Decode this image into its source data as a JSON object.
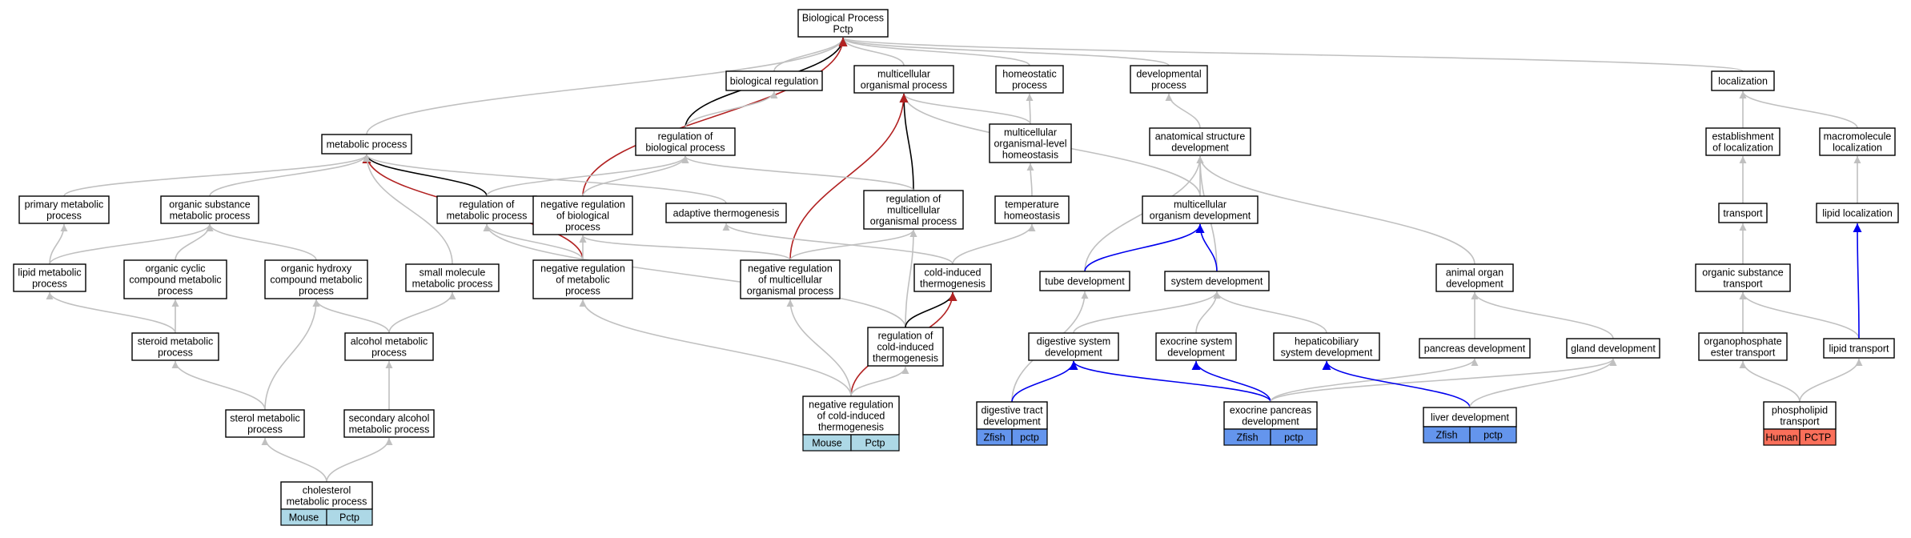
{
  "colors": {
    "is_a": "#c0c0c0",
    "regulates": "#000000",
    "negatively_regulates": "#b22222",
    "part_of": "#0000ee",
    "mouse_tag": "#add8e6",
    "zfish_tag": "#6495ed",
    "human_tag": "#fa6f5a"
  },
  "nodes": {
    "bp": [
      "Biological Process",
      "Pctp"
    ],
    "bioreg": [
      "biological regulation"
    ],
    "mop": [
      "multicellular",
      "organismal process"
    ],
    "homeo": [
      "homeostatic",
      "process"
    ],
    "devproc": [
      "developmental",
      "process"
    ],
    "loc": [
      "localization"
    ],
    "metab": [
      "metabolic process"
    ],
    "regbio": [
      "regulation of",
      "biological process"
    ],
    "mlh": [
      "multicellular",
      "organismal-level",
      "homeostasis"
    ],
    "asd": [
      "anatomical structure",
      "development"
    ],
    "estloc": [
      "establishment",
      "of localization"
    ],
    "macroloc": [
      "macromolecule",
      "localization"
    ],
    "primmet": [
      "primary metabolic",
      "process"
    ],
    "orgsub": [
      "organic substance",
      "metabolic process"
    ],
    "regmet": [
      "regulation of",
      "metabolic process"
    ],
    "negregbio": [
      "negative regulation",
      "of biological",
      "process"
    ],
    "adapt": [
      "adaptive thermogenesis"
    ],
    "regmop": [
      "regulation of",
      "multicellular",
      "organismal process"
    ],
    "temphomeo": [
      "temperature",
      "homeostasis"
    ],
    "mod": [
      "multicellular",
      "organism development"
    ],
    "transport": [
      "transport"
    ],
    "liploc": [
      "lipid localization"
    ],
    "lipmet": [
      "lipid metabolic",
      "process"
    ],
    "occmp": [
      "organic cyclic",
      "compound metabolic",
      "process"
    ],
    "ohcmp": [
      "organic hydroxy",
      "compound metabolic",
      "process"
    ],
    "smallmol": [
      "small molecule",
      "metabolic process"
    ],
    "negregmet": [
      "negative regulation",
      "of metabolic",
      "process"
    ],
    "negregmop": [
      "negative regulation",
      "of multicellular",
      "organismal process"
    ],
    "coldthermo": [
      "cold-induced",
      "thermogenesis"
    ],
    "tubedev": [
      "tube development"
    ],
    "sysdev": [
      "system development"
    ],
    "aod": [
      "animal organ",
      "development"
    ],
    "orgsubtrans": [
      "organic substance",
      "transport"
    ],
    "steroid": [
      "steroid metabolic",
      "process"
    ],
    "alcohol": [
      "alcohol metabolic",
      "process"
    ],
    "regcold": [
      "regulation of",
      "cold-induced",
      "thermogenesis"
    ],
    "digsys": [
      "digestive system",
      "development"
    ],
    "exosys": [
      "exocrine system",
      "development"
    ],
    "hepato": [
      "hepaticobiliary",
      "system development"
    ],
    "pancdev": [
      "pancreas development"
    ],
    "glanddev": [
      "gland development"
    ],
    "organophos": [
      "organophosphate",
      "ester transport"
    ],
    "liptrans": [
      "lipid transport"
    ],
    "sterol": [
      "sterol metabolic",
      "process"
    ],
    "secalc": [
      "secondary alcohol",
      "metabolic process"
    ],
    "negregcold": [
      "negative regulation",
      "of cold-induced",
      "thermogenesis"
    ],
    "digtract": [
      "digestive tract",
      "development"
    ],
    "exopanc": [
      "exocrine pancreas",
      "development"
    ],
    "liverdev": [
      "liver development"
    ],
    "phospho": [
      "phospholipid",
      "transport"
    ],
    "chol": [
      "cholesterol",
      "metabolic process"
    ]
  },
  "tags": {
    "negregcold": [
      "Mouse",
      "Pctp"
    ],
    "chol": [
      "Mouse",
      "Pctp"
    ],
    "digtract": [
      "Zfish",
      "pctp"
    ],
    "exopanc": [
      "Zfish",
      "pctp"
    ],
    "liverdev": [
      "Zfish",
      "pctp"
    ],
    "phospho": [
      "Human",
      "PCTP"
    ]
  },
  "edges": [
    [
      "bioreg",
      "bp",
      "is_a"
    ],
    [
      "mop",
      "bp",
      "is_a"
    ],
    [
      "homeo",
      "bp",
      "is_a"
    ],
    [
      "devproc",
      "bp",
      "is_a"
    ],
    [
      "loc",
      "bp",
      "is_a"
    ],
    [
      "metab",
      "bp",
      "is_a"
    ],
    [
      "regbio",
      "bp",
      "regulates"
    ],
    [
      "negregbio",
      "bp",
      "negatively_regulates"
    ],
    [
      "regbio",
      "bioreg",
      "is_a"
    ],
    [
      "mlh",
      "mop",
      "is_a"
    ],
    [
      "mlh",
      "homeo",
      "is_a"
    ],
    [
      "asd",
      "devproc",
      "is_a"
    ],
    [
      "mod",
      "mop",
      "is_a"
    ],
    [
      "regmop",
      "mop",
      "regulates"
    ],
    [
      "negregmop",
      "mop",
      "negatively_regulates"
    ],
    [
      "estloc",
      "loc",
      "is_a"
    ],
    [
      "macroloc",
      "loc",
      "is_a"
    ],
    [
      "transport",
      "estloc",
      "is_a"
    ],
    [
      "liploc",
      "macroloc",
      "is_a"
    ],
    [
      "primmet",
      "metab",
      "is_a"
    ],
    [
      "orgsub",
      "metab",
      "is_a"
    ],
    [
      "regmet",
      "metab",
      "regulates"
    ],
    [
      "negregmet",
      "metab",
      "negatively_regulates"
    ],
    [
      "smallmol",
      "metab",
      "is_a"
    ],
    [
      "adapt",
      "metab",
      "is_a"
    ],
    [
      "regmet",
      "regbio",
      "is_a"
    ],
    [
      "negregbio",
      "regbio",
      "is_a"
    ],
    [
      "regmop",
      "regbio",
      "is_a"
    ],
    [
      "negregmet",
      "regmet",
      "is_a"
    ],
    [
      "negregmet",
      "negregbio",
      "is_a"
    ],
    [
      "negregmop",
      "negregbio",
      "is_a"
    ],
    [
      "negregmop",
      "regmop",
      "is_a"
    ],
    [
      "regcold",
      "regmop",
      "is_a"
    ],
    [
      "regcold",
      "regmet",
      "is_a"
    ],
    [
      "coldthermo",
      "adapt",
      "is_a"
    ],
    [
      "coldthermo",
      "temphomeo",
      "is_a"
    ],
    [
      "temphomeo",
      "mlh",
      "is_a"
    ],
    [
      "regcold",
      "coldthermo",
      "regulates"
    ],
    [
      "negregcold",
      "coldthermo",
      "negatively_regulates"
    ],
    [
      "negregcold",
      "regcold",
      "is_a"
    ],
    [
      "negregcold",
      "negregmop",
      "is_a"
    ],
    [
      "negregcold",
      "negregmet",
      "is_a"
    ],
    [
      "mod",
      "asd",
      "is_a"
    ],
    [
      "tubedev",
      "asd",
      "is_a"
    ],
    [
      "sysdev",
      "asd",
      "is_a"
    ],
    [
      "aod",
      "asd",
      "is_a"
    ],
    [
      "tubedev",
      "mod",
      "part_of"
    ],
    [
      "sysdev",
      "mod",
      "part_of"
    ],
    [
      "digsys",
      "sysdev",
      "is_a"
    ],
    [
      "exosys",
      "sysdev",
      "is_a"
    ],
    [
      "hepato",
      "sysdev",
      "is_a"
    ],
    [
      "pancdev",
      "aod",
      "is_a"
    ],
    [
      "glanddev",
      "aod",
      "is_a"
    ],
    [
      "digtract",
      "tubedev",
      "is_a"
    ],
    [
      "digtract",
      "digsys",
      "part_of"
    ],
    [
      "exopanc",
      "digsys",
      "part_of"
    ],
    [
      "exopanc",
      "exosys",
      "part_of"
    ],
    [
      "exopanc",
      "pancdev",
      "is_a"
    ],
    [
      "exopanc",
      "glanddev",
      "is_a"
    ],
    [
      "liverdev",
      "hepato",
      "part_of"
    ],
    [
      "liverdev",
      "glanddev",
      "is_a"
    ],
    [
      "orgsubtrans",
      "transport",
      "is_a"
    ],
    [
      "organophos",
      "orgsubtrans",
      "is_a"
    ],
    [
      "liptrans",
      "orgsubtrans",
      "is_a"
    ],
    [
      "liptrans",
      "liploc",
      "part_of"
    ],
    [
      "phospho",
      "organophos",
      "is_a"
    ],
    [
      "phospho",
      "liptrans",
      "is_a"
    ],
    [
      "lipmet",
      "primmet",
      "is_a"
    ],
    [
      "lipmet",
      "orgsub",
      "is_a"
    ],
    [
      "occmp",
      "orgsub",
      "is_a"
    ],
    [
      "ohcmp",
      "orgsub",
      "is_a"
    ],
    [
      "steroid",
      "lipmet",
      "is_a"
    ],
    [
      "steroid",
      "occmp",
      "is_a"
    ],
    [
      "alcohol",
      "ohcmp",
      "is_a"
    ],
    [
      "alcohol",
      "smallmol",
      "is_a"
    ],
    [
      "sterol",
      "steroid",
      "is_a"
    ],
    [
      "sterol",
      "ohcmp",
      "is_a"
    ],
    [
      "secalc",
      "alcohol",
      "is_a"
    ],
    [
      "chol",
      "sterol",
      "is_a"
    ],
    [
      "chol",
      "secalc",
      "is_a"
    ]
  ]
}
